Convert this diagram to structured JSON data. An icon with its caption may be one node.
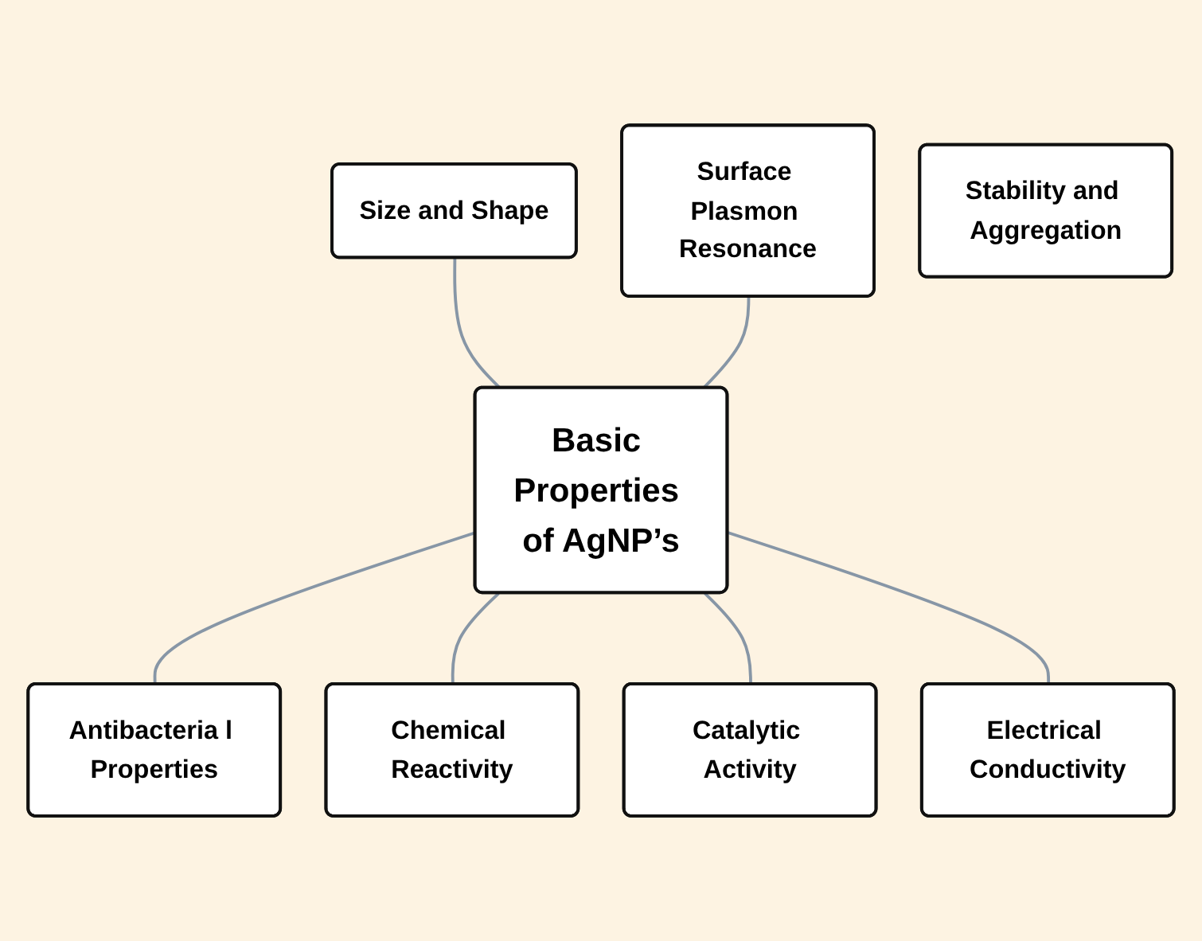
{
  "diagram": {
    "nodes": [
      {
        "text": [
          "Size and Shape"
        ]
      },
      {
        "text": [
          "Stability and Aggregation"
        ]
      },
      {
        "text": [
          "Surface Plasmon Resonance"
        ]
      },
      {
        "text": [
          "Basic Properties of AgNP’s"
        ]
      },
      {
        "text": [
          "Antibacteria l Properties"
        ]
      },
      {
        "text": [
          "Chemical Reactivity"
        ]
      },
      {
        "text": [
          "Catalytic Activity"
        ]
      },
      {
        "text": [
          "Electrical Conductivity"
        ]
      }
    ],
    "edges": [
      {
        "from": 3,
        "to": 0,
        "arrow": "none"
      },
      {
        "from": 3,
        "to": 2,
        "arrow": "none"
      },
      {
        "from": 3,
        "to": 4,
        "arrow": "none"
      },
      {
        "from": 3,
        "to": 5,
        "arrow": "none"
      },
      {
        "from": 3,
        "to": 6,
        "arrow": "none"
      },
      {
        "from": 3,
        "to": 7,
        "arrow": "none"
      }
    ]
  }
}
